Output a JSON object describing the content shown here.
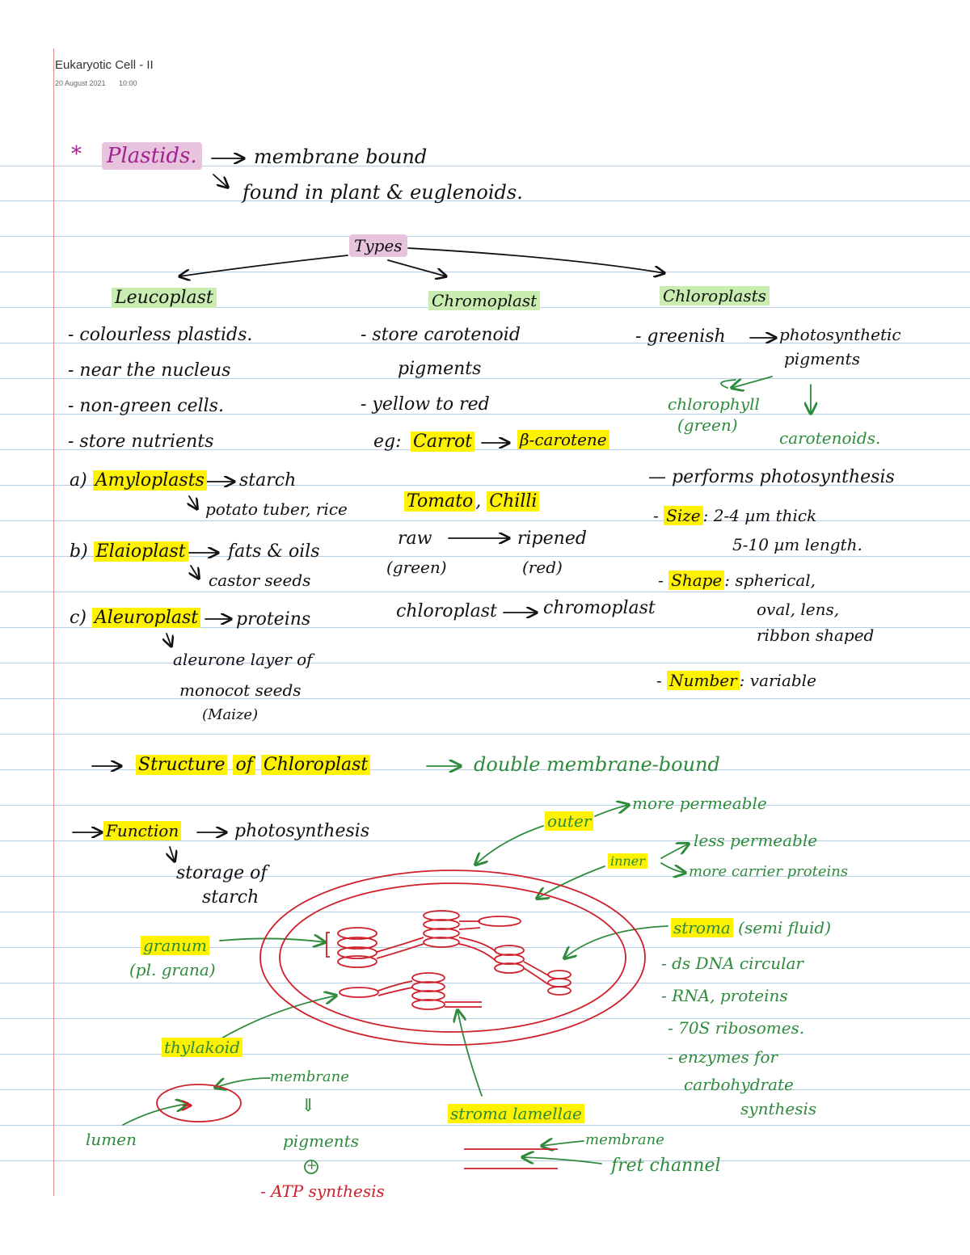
{
  "note": {
    "title": "Eukaryotic Cell - II",
    "date": "20 August 2021",
    "time": "10:00"
  },
  "plastids": {
    "star": "*",
    "heading": "Plastids.",
    "point1": "membrane bound",
    "point2": "found in plant & euglenoids."
  },
  "types_label": "Types",
  "leucoplast": {
    "title": "Leucoplast",
    "items": [
      "- colourless plastids.",
      "- near the nucleus",
      "- non-green cells.",
      "- store nutrients"
    ],
    "a_prefix": "a)",
    "a_name": "Amyloplasts",
    "a_desc": "starch",
    "a_sub": "potato tuber, rice",
    "b_prefix": "b)",
    "b_name": "Elaioplast",
    "b_desc": "fats & oils",
    "b_sub": "castor seeds",
    "c_prefix": "c)",
    "c_name": "Aleuroplast",
    "c_desc": "proteins",
    "c_sub1": "aleurone layer of",
    "c_sub2": "monocot seeds",
    "c_sub3": "(Maize)"
  },
  "chromoplast": {
    "title": "Chromoplast",
    "item1a": "- store carotenoid",
    "item1b": "pigments",
    "item2": "- yellow to red",
    "eg": "eg:",
    "eg_name": "Carrot",
    "eg_result": "β-carotene",
    "eg2_a": "Tomato",
    "eg2_sep": ",",
    "eg2_b": "Chilli",
    "raw": "raw",
    "ripened": "ripened",
    "green": "(green)",
    "red": "(red)",
    "from": "chloroplast",
    "to": "chromoplast"
  },
  "chloroplasts": {
    "title": "Chloroplasts",
    "item1": "- greenish",
    "pig1": "photosynthetic",
    "pig2": "pigments",
    "chl1": "chlorophyll",
    "chl2": "(green)",
    "carot": "carotenoids.",
    "item2": "— performs photosynthesis",
    "size_prefix": "-",
    "size_label": "Size",
    "size_val1": ": 2-4 µm thick",
    "size_val2": "5-10 µm length.",
    "shape_prefix": "-",
    "shape_label": "Shape",
    "shape_val1": ": spherical,",
    "shape_val2": "oval, lens,",
    "shape_val3": "ribbon shaped",
    "number_prefix": "-",
    "number_label": "Number",
    "number_val": ": variable"
  },
  "structure": {
    "label1": "Structure",
    "label2": "of",
    "label3": "Chloroplast",
    "desc": "double membrane-bound"
  },
  "function": {
    "label": "Function",
    "desc": "photosynthesis",
    "sub1": "storage of",
    "sub2": "starch"
  },
  "diagram": {
    "outer": "outer",
    "outer_desc": "more permeable",
    "inner": "inner",
    "inner_desc1": "less permeable",
    "inner_desc2": "more carrier proteins",
    "stroma": "stroma",
    "stroma_desc": "(semi fluid)",
    "stroma_items": [
      "- ds DNA circular",
      "- RNA, proteins",
      "- 70S ribosomes.",
      "- enzymes for"
    ],
    "stroma_item5": "carbohydrate",
    "stroma_item6": "synthesis",
    "granum": "granum",
    "granum_sub": "(pl. grana)",
    "thylakoid": "thylakoid",
    "membrane": "membrane",
    "down_arrow": "⇓",
    "lumen": "lumen",
    "pigments": "pigments",
    "plus": "+",
    "atp": "- ATP synthesis",
    "lamellae": "stroma lamellae",
    "lam_membrane": "membrane",
    "fret": "fret channel"
  },
  "colors": {
    "ink": "#111111",
    "green_ink": "#2e8b3c",
    "red_ink": "#d01f2a",
    "magenta_ink": "#a0238f",
    "yellow_hl": "#fff200",
    "green_hl": "#c9ecb1",
    "pink_hl": "#e8c3de",
    "rule": "#b9cfe6",
    "margin": "#e58b8b"
  }
}
